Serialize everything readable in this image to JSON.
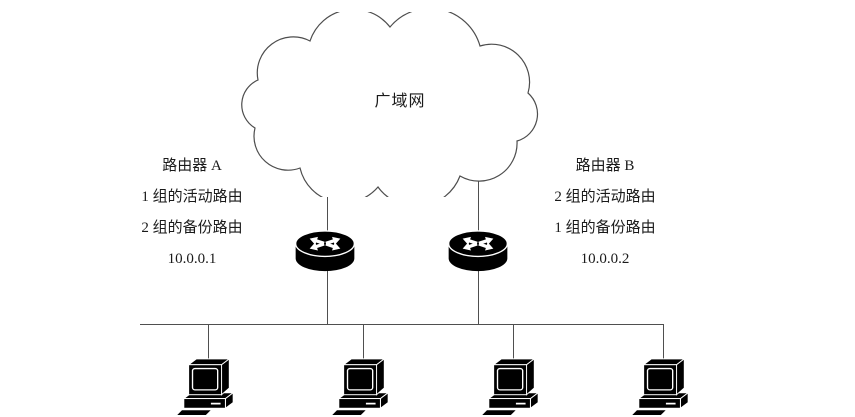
{
  "diagram": {
    "wan_cloud": {
      "label": "广域网"
    },
    "router_a": {
      "title": "路由器 A",
      "routes": [
        "1 组的活动路由",
        "2 组的备份路由"
      ],
      "ip": "10.0.0.1"
    },
    "router_b": {
      "title": "路由器 B",
      "routes": [
        "2 组的活动路由",
        "1 组的备份路由"
      ],
      "ip": "10.0.0.2"
    },
    "workstation_count": 4,
    "icons": {
      "wan": "cloud-icon",
      "router": "router-icon",
      "workstation": "workstation-icon"
    },
    "theme": {
      "background": "#ffffff",
      "line_color": "#4f4f4f",
      "outline_color": "#4d4d4d",
      "icon_color": "#000000",
      "text_color": "#1a1a1a"
    }
  }
}
